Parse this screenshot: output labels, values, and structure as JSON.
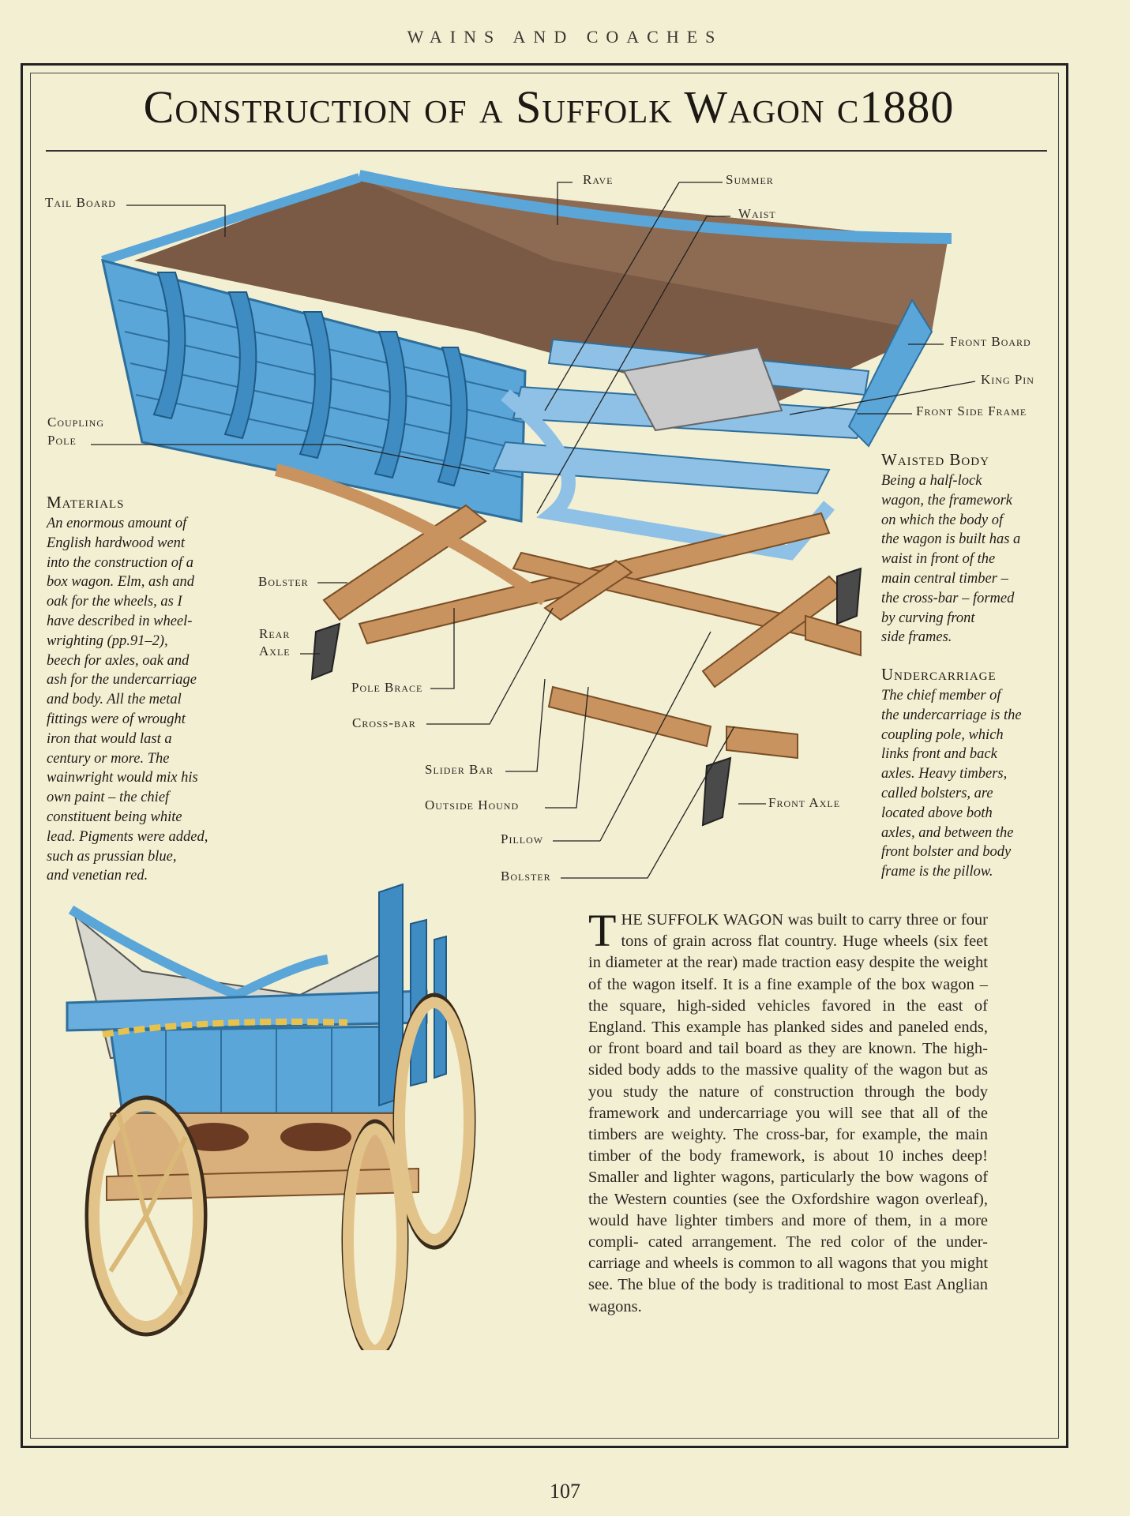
{
  "running_head": "WAINS AND COACHES",
  "title": "Construction of a Suffolk Wagon c1880",
  "labels": {
    "tail_board": "Tail Board",
    "rave": "Rave",
    "summer": "Summer",
    "waist": "Waist",
    "front_board": "Front Board",
    "king_pin": "King Pin",
    "front_side_frame": "Front Side Frame",
    "coupling_pole_1": "Coupling",
    "coupling_pole_2": "Pole",
    "bolster_rear": "Bolster",
    "rear_axle_1": "Rear",
    "rear_axle_2": "Axle",
    "pole_brace": "Pole Brace",
    "cross_bar": "Cross-bar",
    "slider_bar": "Slider Bar",
    "outside_hound": "Outside Hound",
    "pillow": "Pillow",
    "bolster_front": "Bolster",
    "front_axle": "Front Axle"
  },
  "sidebars": {
    "materials": {
      "heading": "Materials",
      "lines": [
        "An enormous amount of",
        "English hardwood went",
        "into the construction of a",
        "box wagon. Elm, ash and",
        "oak for the wheels, as I",
        "have described in wheel-",
        "wrighting (pp.91–2),",
        "beech for axles, oak and",
        "ash for the undercarriage",
        "and body. All the metal",
        "fittings were of wrought",
        "iron that would last a",
        "century or more. The",
        "wainwright would mix his",
        "own paint – the chief",
        "constituent being white",
        "lead. Pigments were added,",
        "such as prussian blue,",
        "and venetian red."
      ]
    },
    "waisted_body": {
      "heading": "Waisted Body",
      "lines": [
        "Being a half-lock",
        "wagon, the framework",
        "on which the body of",
        "the wagon is built has a",
        "waist in front of the",
        "main central timber –",
        "the cross-bar – formed",
        "by curving front",
        "side frames."
      ]
    },
    "undercarriage": {
      "heading": "Undercarriage",
      "lines": [
        "The chief member of",
        "the undercarriage is the",
        "coupling pole, which",
        "links front and back",
        "axles. Heavy timbers,",
        "called bolsters, are",
        "located above both",
        "axles, and between the",
        "front bolster and body",
        "frame is the pillow."
      ]
    }
  },
  "main_text": {
    "dropcap": "T",
    "lines": [
      "HE SUFFOLK WAGON was built to carry three",
      "or four tons of grain across flat country.",
      "Huge wheels (six feet in diameter at the rear)",
      "made traction easy despite the weight of the",
      "wagon itself. It is a fine example of the box wagon",
      "– the square, high-sided vehicles favored in",
      "the east of England. This example has planked",
      "sides and paneled ends, or front board and tail",
      "board as they are known. The high-sided body",
      "adds to the massive quality of the wagon but as",
      "you study the nature of construction through",
      "the body framework and undercarriage you will",
      "see that all of the timbers are weighty. The",
      "cross-bar, for example, the main timber of the",
      "body framework, is about 10 inches deep!",
      "Smaller and lighter wagons, particularly the",
      "bow wagons of the Western counties (see the",
      "Oxfordshire wagon overleaf), would have lighter",
      "timbers and more of them, in a more compli-",
      "cated arrangement. The red color of the under-",
      "carriage and wheels is common to all wagons",
      "that you might see. The blue of the body is",
      "traditional to most East Anglian wagons."
    ]
  },
  "folio": "107",
  "colors": {
    "paper": "#f3efd3",
    "wagon_blue": "#5aa6d8",
    "timber": "#c8935f",
    "wheel": "#d9b878"
  }
}
